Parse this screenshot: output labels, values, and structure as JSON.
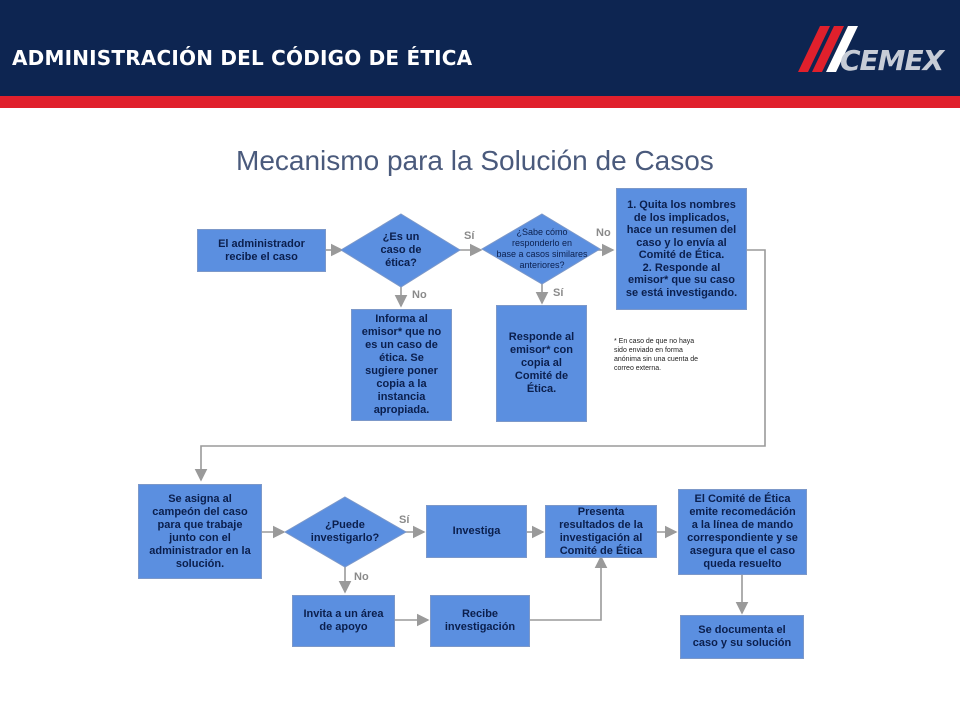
{
  "header": {
    "title": "ADMINISTRACIÓN DEL CÓDIGO DE ÉTICA",
    "logo_text": "CEMEX",
    "colors": {
      "navy": "#0d2551",
      "red_stripe": "#e0202c",
      "box_fill": "#5b8fe0"
    }
  },
  "diagram": {
    "title": "Mecanismo para la Solución de Casos",
    "nodes": {
      "start": "El administrador\nrecibe el caso",
      "is_ethics_case": "¿Es un\ncaso de\nética?",
      "knows_response": "¿Sabe cómo\nresponderlo en\nbase a casos similares\nanteriores?",
      "remove_names": "1. Quita los nombres\nde los implicados,\nhace un resumen del\ncaso y lo envía al\nComité de Ética.\n2. Responde al\nemisor* que su caso\nse está investigando.",
      "inform_not_ethics": "Informa al\nemisor* que no\nes un caso de\nética. Se\nsugiere poner\ncopia a la\ninstancia\napropiada.",
      "respond_copy": "Responde al\nemisor* con\ncopia al\nComité de\nÉtica.",
      "assign_champion": "Se asigna al\ncampeón del caso\npara que trabaje\njunto con el\nadministrador en la\nsolución.",
      "can_investigate": "¿Puede\ninvestigarlo?",
      "investigate": "Investiga",
      "present_results": "Presenta\nresultados de la\ninvestigación al\nComité de Ética",
      "committee_recommends": "El Comité de Ética\nemite recomedáción\na la línea de mando\ncorrespondiente y se\nasegura que el caso\nqueda resuelto",
      "invite_area": "Invita a un área\nde apoyo",
      "receive_investigation": "Recibe\ninvestigación",
      "document_case": "Se documenta el\ncaso y su solución"
    },
    "edge_labels": {
      "yes_1": "Sí",
      "no_1": "No",
      "no_2": "No",
      "yes_2": "Sí",
      "yes_3": "Sí",
      "no_3": "No"
    },
    "footnote": "* En caso de que no haya\nsido enviado en forma\nanónima sin una cuenta de\ncorreo externa."
  }
}
